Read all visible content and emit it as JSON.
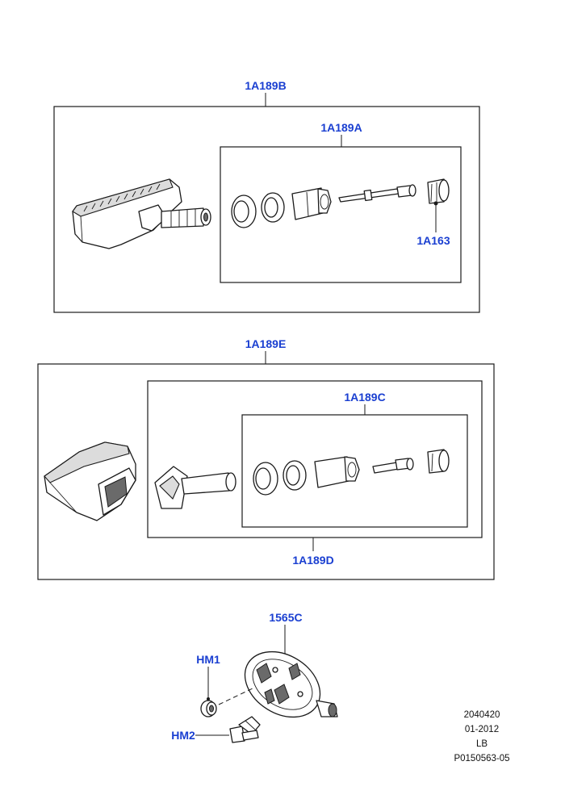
{
  "callouts": {
    "c1a189b": "1A189B",
    "c1a189a": "1A189A",
    "c1a163": "1A163",
    "c1a189e": "1A189E",
    "c1a189c": "1A189C",
    "c1a189d": "1A189D",
    "c1565c": "1565C",
    "chm1": "HM1",
    "chm2": "HM2"
  },
  "reference": {
    "line1": "2040420",
    "line2": "01-2012",
    "line3": "LB",
    "line4": "P0150563-05"
  },
  "colors": {
    "callout": "#1a3fd1",
    "line": "#1a1a1a"
  }
}
